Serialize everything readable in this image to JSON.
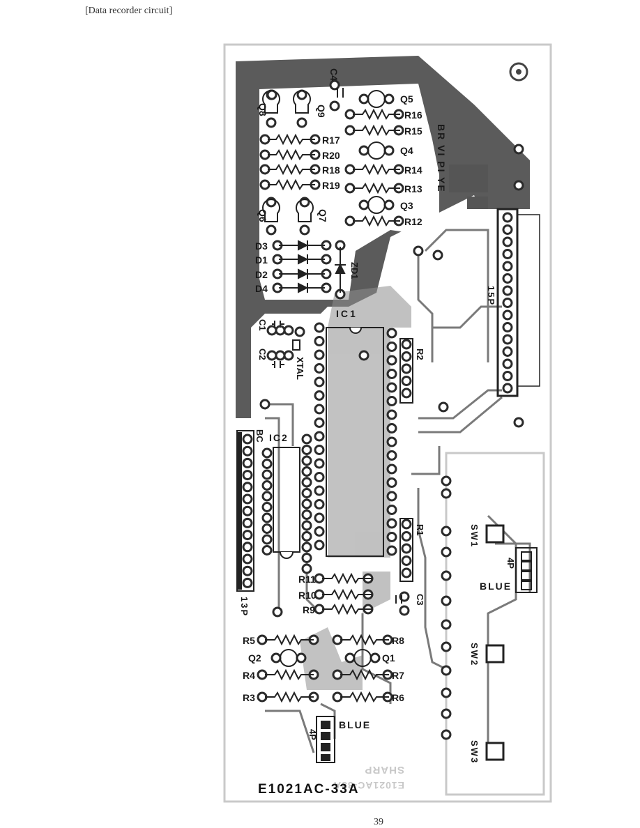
{
  "header": {
    "title": "[Data recorder circuit]"
  },
  "page_number": "39",
  "board": {
    "model_code": "E1021AC-33A",
    "mirrored_brand": "SHARP",
    "mirrored_code": "E1021AC-33A",
    "ic_labels": [
      "IC1",
      "IC2"
    ],
    "components_left": {
      "transistors": [
        "Q8",
        "Q9",
        "Q6",
        "Q7"
      ],
      "resistors": [
        "R17",
        "R20",
        "R18",
        "R19"
      ],
      "diodes": [
        "D3",
        "D1",
        "D2",
        "D4"
      ],
      "zener": "ZD1",
      "caps": [
        "C1",
        "C2"
      ],
      "crystal": "XTAL"
    },
    "components_top_right": {
      "cap": "C4",
      "transistors": [
        "Q5",
        "Q4",
        "Q3"
      ],
      "resistors": [
        "R16",
        "R15",
        "R14",
        "R13",
        "R12"
      ],
      "wire_colors": "BR VI PI YE"
    },
    "connectors": {
      "p15": "15P",
      "p13": "13P",
      "p4_right": "4P",
      "p4_right_color": "BLUE",
      "p4_bottom": "4P",
      "p4_bottom_color": "BLUE",
      "bc": "BC"
    },
    "resistor_arrays": [
      "R2",
      "R1"
    ],
    "components_bottom": {
      "resistors_left": [
        "R11",
        "R10",
        "R9"
      ],
      "cap": "C3",
      "bottom_left": [
        "R5",
        "R4",
        "R3"
      ],
      "bottom_right": [
        "R8",
        "R7",
        "R6"
      ],
      "transistors": [
        "Q2",
        "Q1"
      ]
    },
    "switches": [
      "SW1",
      "SW2",
      "SW3"
    ]
  }
}
